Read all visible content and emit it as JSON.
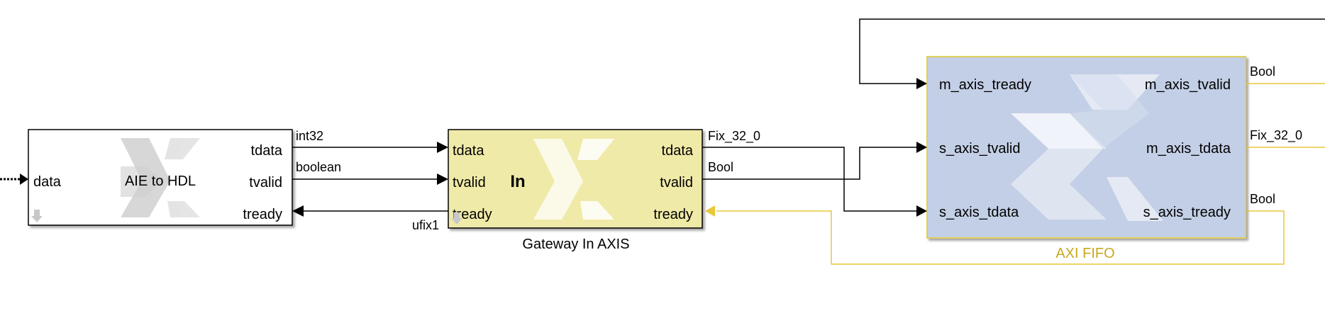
{
  "colors": {
    "line": "#000000",
    "signal_highlight": "#e8c73a",
    "gateway_fill": "#f0eaa8",
    "fifo_fill": "#c3cfe6",
    "fifo_border": "#e0cf5a",
    "fifo_label": "#c8a81e",
    "aie_fill": "#ffffff"
  },
  "blocks": {
    "aie": {
      "name": "AIE to HDL",
      "ports_in": [
        "data"
      ],
      "ports_out": [
        "tdata",
        "tvalid",
        "tready"
      ]
    },
    "gateway": {
      "name": "Gateway In AXIS",
      "badge": "In",
      "ports_in": [
        "tdata",
        "tvalid",
        "tready"
      ],
      "ports_out": [
        "tdata",
        "tvalid",
        "tready"
      ]
    },
    "fifo": {
      "name": "AXI FIFO",
      "ports_in": [
        "m_axis_tready",
        "s_axis_tvalid",
        "s_axis_tdata"
      ],
      "ports_out": [
        "m_axis_tvalid",
        "m_axis_tdata",
        "s_axis_tready"
      ]
    }
  },
  "signals": {
    "aie_tdata": "int32",
    "aie_tvalid": "boolean",
    "gw_tready_in": "ufix1",
    "gw_tdata": "Fix_32_0",
    "gw_tvalid": "Bool",
    "fifo_m_tvalid": "Bool",
    "fifo_m_tdata": "Fix_32_0",
    "fifo_s_tready": "Bool"
  }
}
